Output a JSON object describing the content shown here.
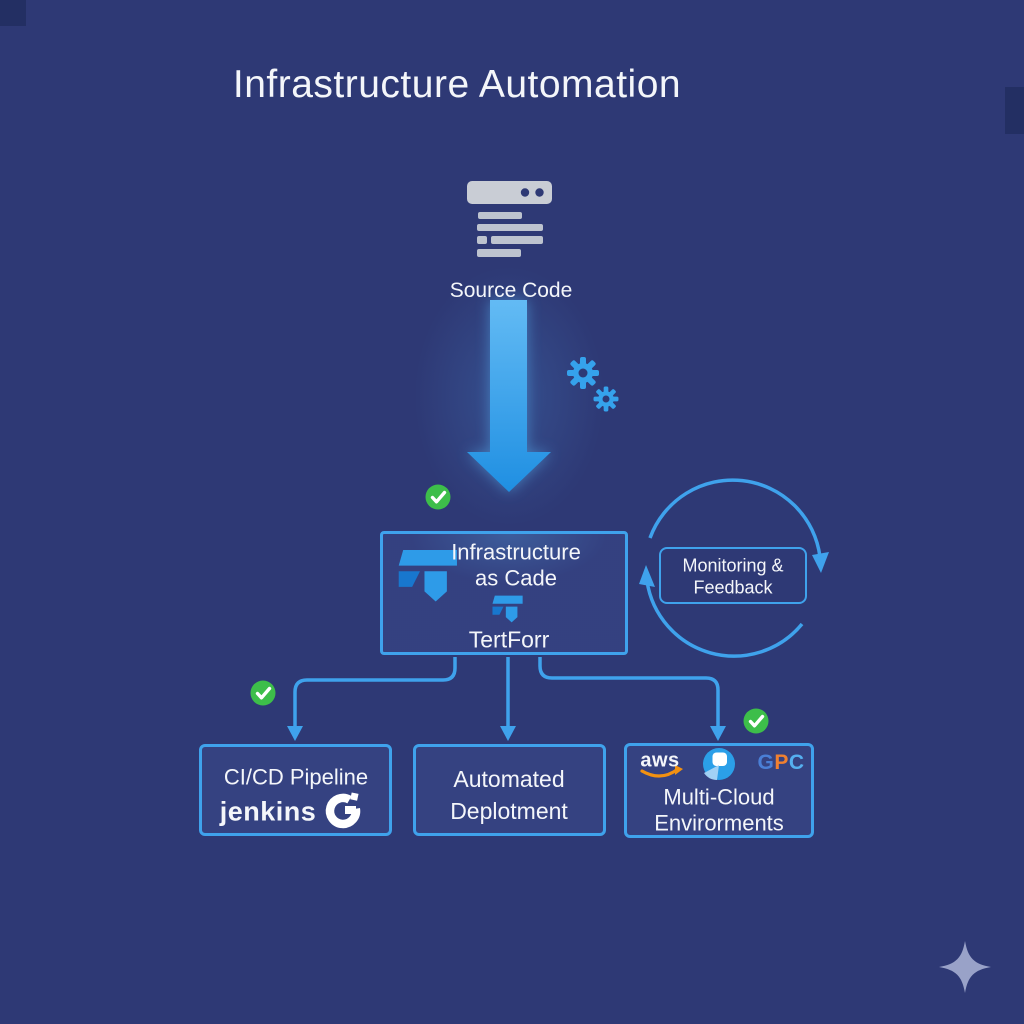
{
  "title": "Infrastructure Automation",
  "colors": {
    "background": "#2E3975",
    "accent": "#3FA2EC",
    "green": "#3DBE4A",
    "logoBlue": "#2E9BE8",
    "logoBlueDark": "#1877CE",
    "awsOrange": "#F29111",
    "avatarBlue": "#2B9FE8",
    "gpcG": "#4A7FD6",
    "gpcP": "#F08030",
    "gpcC": "#55B0F0",
    "sparkle": "#99A2C8"
  },
  "source": {
    "label": "Source Code"
  },
  "iac_box": {
    "line1": "Infrastructure",
    "line2": "as Cade",
    "brand": "TertForr"
  },
  "monitoring_box": {
    "line1": "Monitoring &",
    "line2": "Feedback"
  },
  "cicd_box": {
    "title": "CI/CD Pipeline",
    "brand": "jenkins"
  },
  "deploy_box": {
    "line1": "Automated",
    "line2": "Deplotment"
  },
  "cloud_box": {
    "aws": "aws",
    "gpc_g": "G",
    "gpc_p": "P",
    "gpc_c": "C",
    "line1": "Multi-Cloud",
    "line2": "Envirorments"
  }
}
